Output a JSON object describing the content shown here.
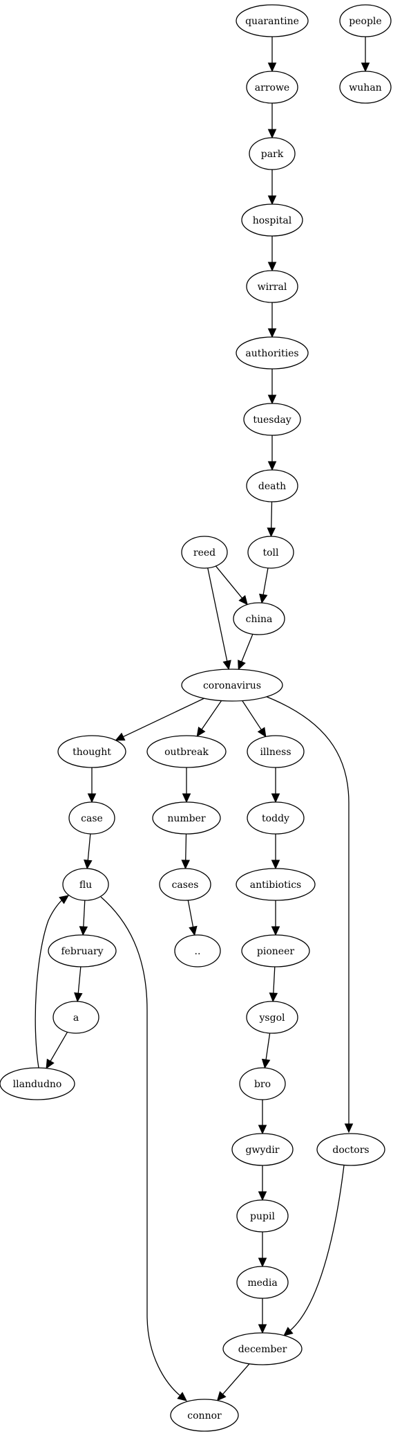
{
  "graph": {
    "nodes": [
      {
        "id": "quarantine",
        "label": "quarantine"
      },
      {
        "id": "people",
        "label": "people"
      },
      {
        "id": "arrowe",
        "label": "arrowe"
      },
      {
        "id": "wuhan",
        "label": "wuhan"
      },
      {
        "id": "park",
        "label": "park"
      },
      {
        "id": "hospital",
        "label": "hospital"
      },
      {
        "id": "wirral",
        "label": "wirral"
      },
      {
        "id": "authorities",
        "label": "authorities"
      },
      {
        "id": "tuesday",
        "label": "tuesday"
      },
      {
        "id": "death",
        "label": "death"
      },
      {
        "id": "reed",
        "label": "reed"
      },
      {
        "id": "toll",
        "label": "toll"
      },
      {
        "id": "china",
        "label": "china"
      },
      {
        "id": "coronavirus",
        "label": "coronavirus"
      },
      {
        "id": "thought",
        "label": "thought"
      },
      {
        "id": "outbreak",
        "label": "outbreak"
      },
      {
        "id": "illness",
        "label": "illness"
      },
      {
        "id": "case",
        "label": "case"
      },
      {
        "id": "number",
        "label": "number"
      },
      {
        "id": "toddy",
        "label": "toddy"
      },
      {
        "id": "flu",
        "label": "flu"
      },
      {
        "id": "cases",
        "label": "cases"
      },
      {
        "id": "antibiotics",
        "label": "antibiotics"
      },
      {
        "id": "february",
        "label": "february"
      },
      {
        "id": "dots",
        "label": ".."
      },
      {
        "id": "pioneer",
        "label": "pioneer"
      },
      {
        "id": "a",
        "label": "a"
      },
      {
        "id": "ysgol",
        "label": "ysgol"
      },
      {
        "id": "llandudno",
        "label": "llandudno"
      },
      {
        "id": "bro",
        "label": "bro"
      },
      {
        "id": "gwydir",
        "label": "gwydir"
      },
      {
        "id": "doctors",
        "label": "doctors"
      },
      {
        "id": "pupil",
        "label": "pupil"
      },
      {
        "id": "media",
        "label": "media"
      },
      {
        "id": "december",
        "label": "december"
      },
      {
        "id": "connor",
        "label": "connor"
      }
    ],
    "edges": [
      {
        "from": "quarantine",
        "to": "arrowe"
      },
      {
        "from": "people",
        "to": "wuhan"
      },
      {
        "from": "arrowe",
        "to": "park"
      },
      {
        "from": "park",
        "to": "hospital"
      },
      {
        "from": "hospital",
        "to": "wirral"
      },
      {
        "from": "wirral",
        "to": "authorities"
      },
      {
        "from": "authorities",
        "to": "tuesday"
      },
      {
        "from": "tuesday",
        "to": "death"
      },
      {
        "from": "death",
        "to": "toll"
      },
      {
        "from": "reed",
        "to": "china"
      },
      {
        "from": "reed",
        "to": "coronavirus"
      },
      {
        "from": "toll",
        "to": "china"
      },
      {
        "from": "china",
        "to": "coronavirus"
      },
      {
        "from": "coronavirus",
        "to": "thought"
      },
      {
        "from": "coronavirus",
        "to": "outbreak"
      },
      {
        "from": "coronavirus",
        "to": "illness"
      },
      {
        "from": "coronavirus",
        "to": "doctors"
      },
      {
        "from": "thought",
        "to": "case"
      },
      {
        "from": "outbreak",
        "to": "number"
      },
      {
        "from": "illness",
        "to": "toddy"
      },
      {
        "from": "case",
        "to": "flu"
      },
      {
        "from": "number",
        "to": "cases"
      },
      {
        "from": "toddy",
        "to": "antibiotics"
      },
      {
        "from": "flu",
        "to": "february"
      },
      {
        "from": "flu",
        "to": "connor"
      },
      {
        "from": "cases",
        "to": "dots"
      },
      {
        "from": "antibiotics",
        "to": "pioneer"
      },
      {
        "from": "february",
        "to": "a"
      },
      {
        "from": "pioneer",
        "to": "ysgol"
      },
      {
        "from": "a",
        "to": "llandudno"
      },
      {
        "from": "llandudno",
        "to": "flu"
      },
      {
        "from": "ysgol",
        "to": "bro"
      },
      {
        "from": "bro",
        "to": "gwydir"
      },
      {
        "from": "gwydir",
        "to": "pupil"
      },
      {
        "from": "doctors",
        "to": "december"
      },
      {
        "from": "pupil",
        "to": "media"
      },
      {
        "from": "media",
        "to": "december"
      },
      {
        "from": "december",
        "to": "connor"
      }
    ]
  }
}
